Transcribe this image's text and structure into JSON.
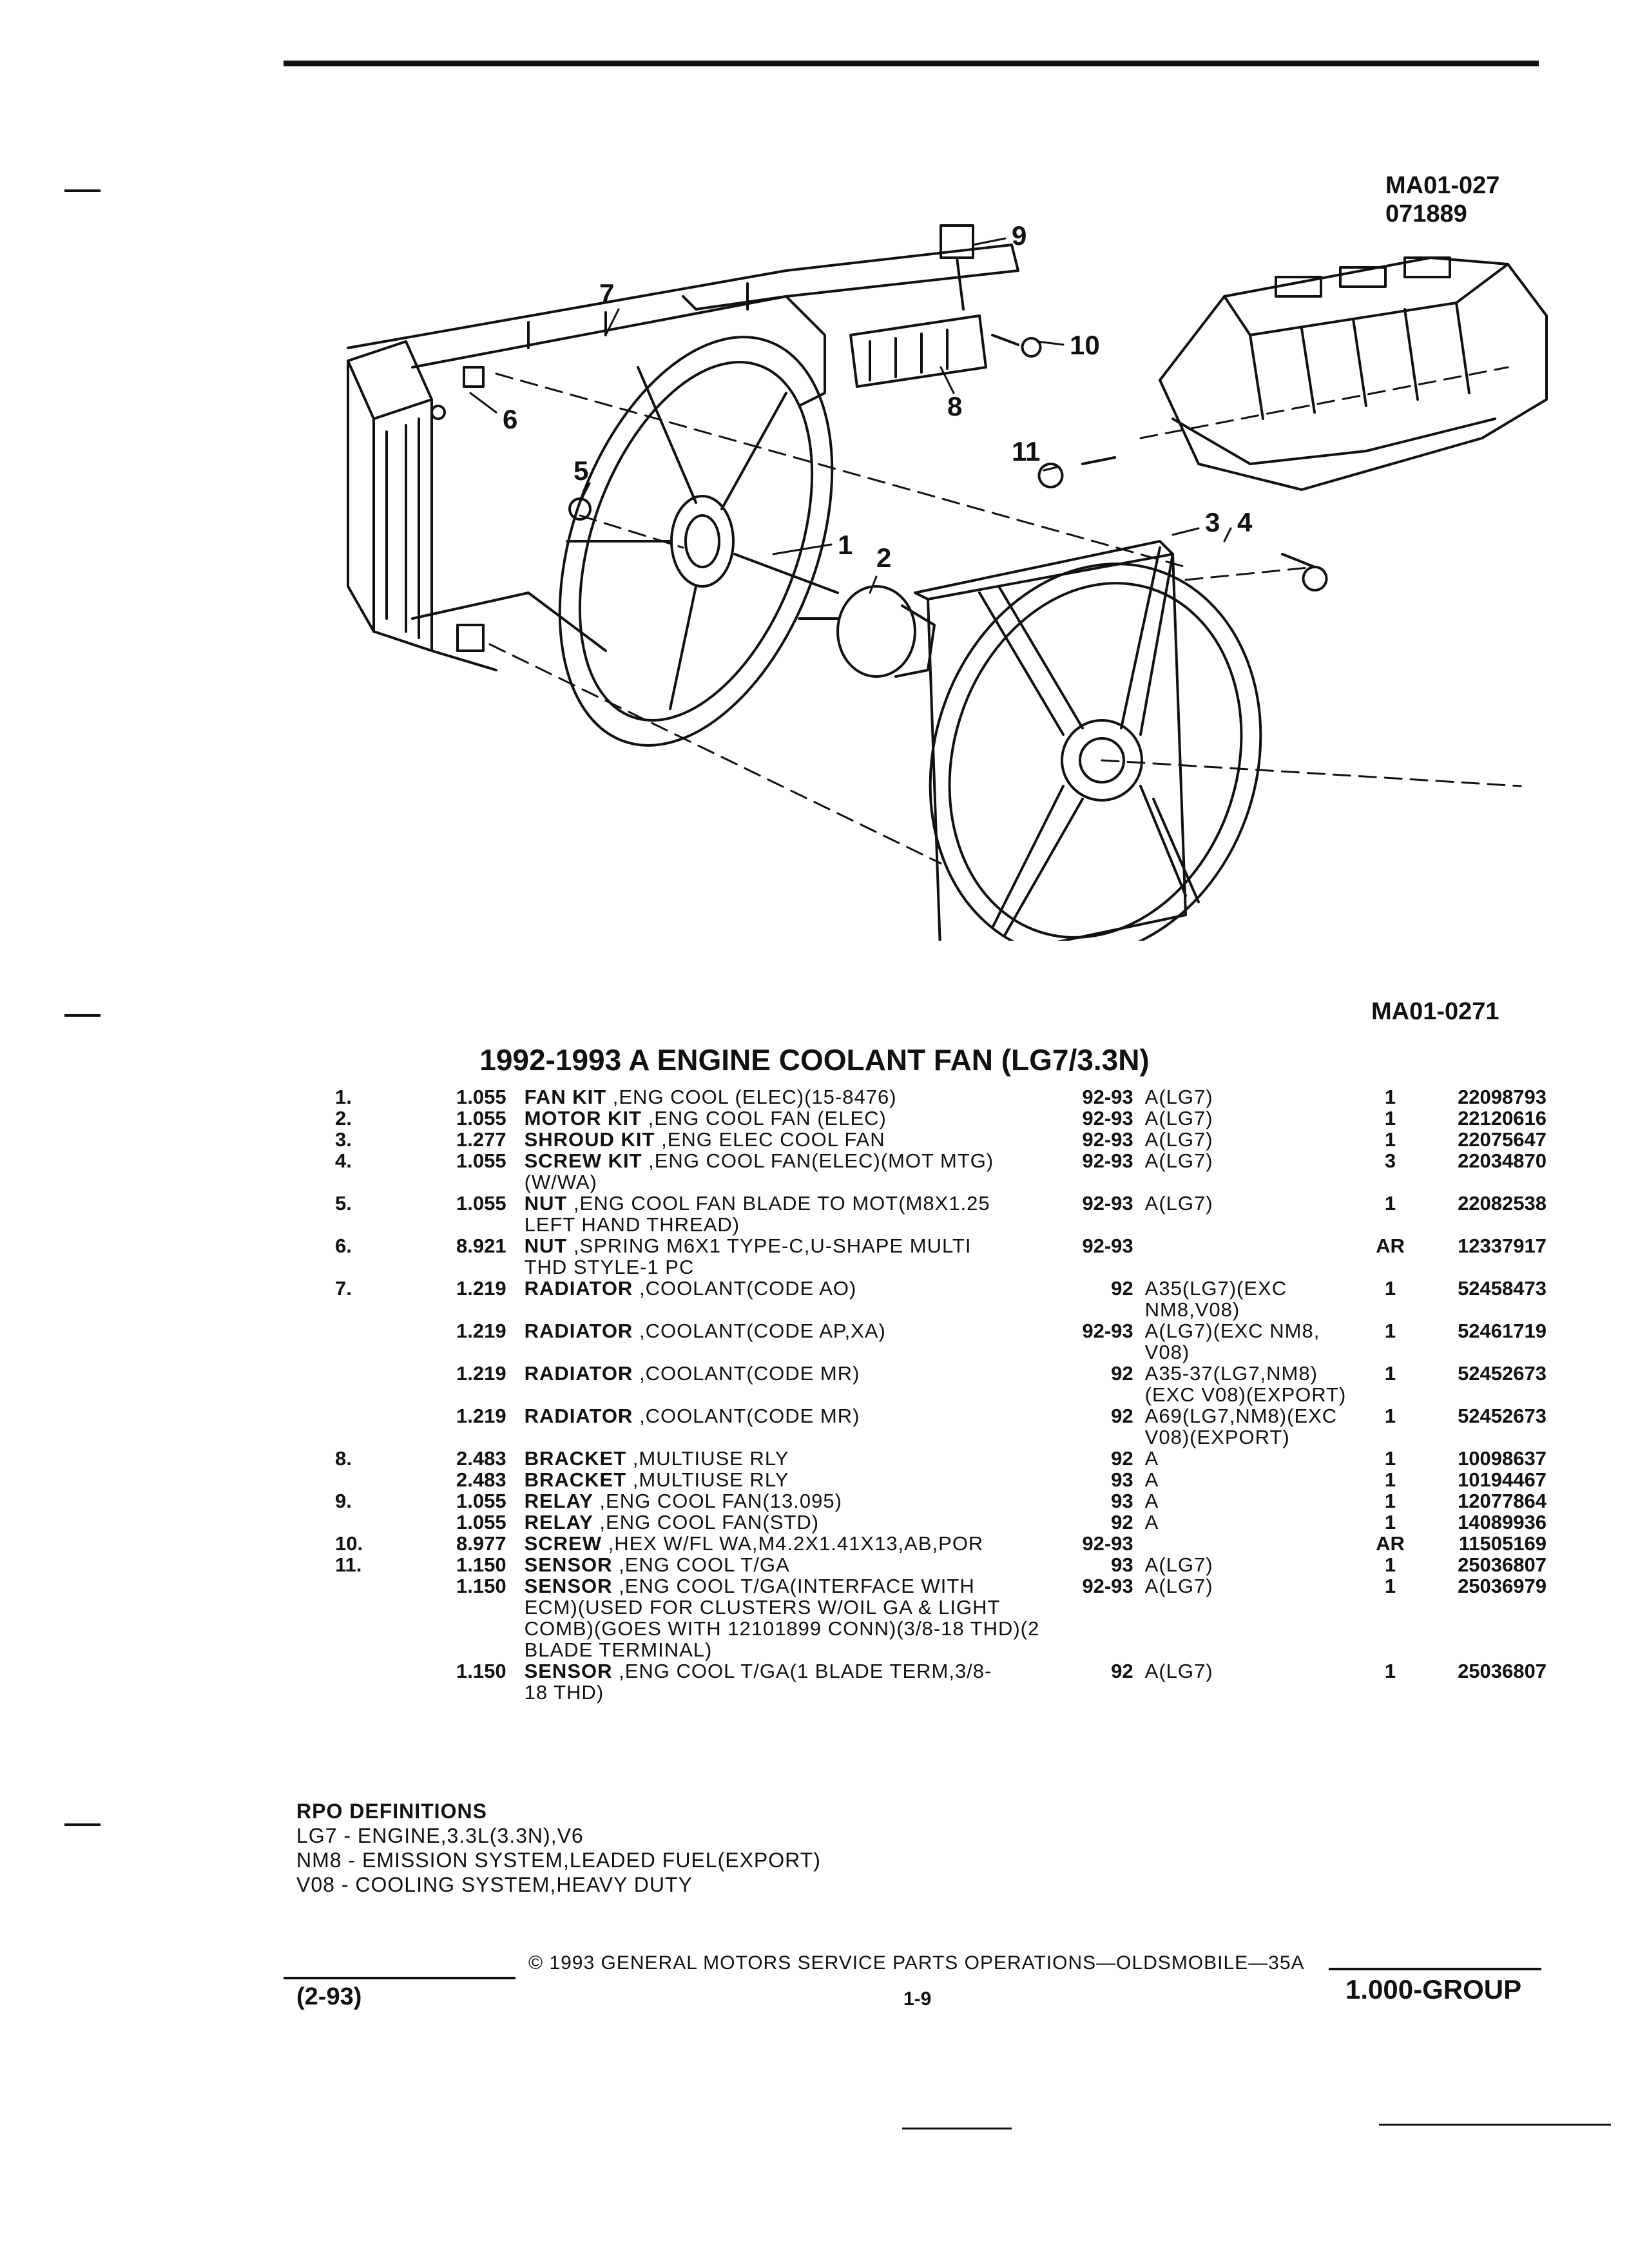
{
  "header": {
    "ref_code": "MA01-027",
    "ref_date": "071889",
    "figure_code": "MA01-0271"
  },
  "diagram": {
    "callouts": [
      "1",
      "2",
      "3",
      "4",
      "5",
      "6",
      "7",
      "8",
      "9",
      "10",
      "11"
    ]
  },
  "title": "1992-1993 A ENGINE COOLANT FAN (LG7/3.3N)",
  "parts": [
    {
      "idx": "1.",
      "grp": "1.055",
      "name": "FAN KIT",
      "desc": ",ENG COOL (ELEC)(15-8476)",
      "desc2": "",
      "yr": "92-93",
      "model": "A(LG7)",
      "model2": "",
      "qty": "1",
      "pn": "22098793"
    },
    {
      "idx": "2.",
      "grp": "1.055",
      "name": "MOTOR KIT",
      "desc": ",ENG COOL FAN (ELEC)",
      "desc2": "",
      "yr": "92-93",
      "model": "A(LG7)",
      "model2": "",
      "qty": "1",
      "pn": "22120616"
    },
    {
      "idx": "3.",
      "grp": "1.277",
      "name": "SHROUD KIT",
      "desc": ",ENG ELEC COOL FAN",
      "desc2": "",
      "yr": "92-93",
      "model": "A(LG7)",
      "model2": "",
      "qty": "1",
      "pn": "22075647"
    },
    {
      "idx": "4.",
      "grp": "1.055",
      "name": "SCREW KIT",
      "desc": ",ENG COOL FAN(ELEC)(MOT MTG)",
      "desc2": "(W/WA)",
      "yr": "92-93",
      "model": "A(LG7)",
      "model2": "",
      "qty": "3",
      "pn": "22034870"
    },
    {
      "idx": "5.",
      "grp": "1.055",
      "name": "NUT",
      "desc": ",ENG COOL FAN BLADE TO MOT(M8X1.25",
      "desc2": "LEFT HAND THREAD)",
      "yr": "92-93",
      "model": "A(LG7)",
      "model2": "",
      "qty": "1",
      "pn": "22082538"
    },
    {
      "idx": "6.",
      "grp": "8.921",
      "name": "NUT",
      "desc": ",SPRING M6X1 TYPE-C,U-SHAPE MULTI",
      "desc2": "THD STYLE-1 PC",
      "yr": "92-93",
      "model": "",
      "model2": "",
      "qty": "AR",
      "pn": "12337917"
    },
    {
      "idx": "7.",
      "grp": "1.219",
      "name": "RADIATOR",
      "desc": ",COOLANT(CODE AO)",
      "desc2": "",
      "yr": "92",
      "model": "A35(LG7)(EXC",
      "model2": "NM8,V08)",
      "qty": "1",
      "pn": "52458473"
    },
    {
      "idx": "",
      "grp": "1.219",
      "name": "RADIATOR",
      "desc": ",COOLANT(CODE AP,XA)",
      "desc2": "",
      "yr": "92-93",
      "model": "A(LG7)(EXC NM8,",
      "model2": "V08)",
      "qty": "1",
      "pn": "52461719"
    },
    {
      "idx": "",
      "grp": "1.219",
      "name": "RADIATOR",
      "desc": ",COOLANT(CODE MR)",
      "desc2": "",
      "yr": "92",
      "model": "A35-37(LG7,NM8)",
      "model2": "(EXC V08)(EXPORT)",
      "qty": "1",
      "pn": "52452673"
    },
    {
      "idx": "",
      "grp": "1.219",
      "name": "RADIATOR",
      "desc": ",COOLANT(CODE MR)",
      "desc2": "",
      "yr": "92",
      "model": "A69(LG7,NM8)(EXC",
      "model2": "V08)(EXPORT)",
      "qty": "1",
      "pn": "52452673"
    },
    {
      "idx": "8.",
      "grp": "2.483",
      "name": "BRACKET",
      "desc": ",MULTIUSE RLY",
      "desc2": "",
      "yr": "92",
      "model": "A",
      "model2": "",
      "qty": "1",
      "pn": "10098637"
    },
    {
      "idx": "",
      "grp": "2.483",
      "name": "BRACKET",
      "desc": ",MULTIUSE RLY",
      "desc2": "",
      "yr": "93",
      "model": "A",
      "model2": "",
      "qty": "1",
      "pn": "10194467"
    },
    {
      "idx": "9.",
      "grp": "1.055",
      "name": "RELAY",
      "desc": ",ENG COOL FAN(13.095)",
      "desc2": "",
      "yr": "93",
      "model": "A",
      "model2": "",
      "qty": "1",
      "pn": "12077864"
    },
    {
      "idx": "",
      "grp": "1.055",
      "name": "RELAY",
      "desc": ",ENG COOL FAN(STD)",
      "desc2": "",
      "yr": "92",
      "model": "A",
      "model2": "",
      "qty": "1",
      "pn": "14089936"
    },
    {
      "idx": "10.",
      "grp": "8.977",
      "name": "SCREW",
      "desc": ",HEX W/FL WA,M4.2X1.41X13,AB,POR",
      "desc2": "",
      "yr": "92-93",
      "model": "",
      "model2": "",
      "qty": "AR",
      "pn": "11505169"
    },
    {
      "idx": "11.",
      "grp": "1.150",
      "name": "SENSOR",
      "desc": ",ENG COOL T/GA",
      "desc2": "",
      "yr": "93",
      "model": "A(LG7)",
      "model2": "",
      "qty": "1",
      "pn": "25036807"
    },
    {
      "idx": "",
      "grp": "1.150",
      "name": "SENSOR",
      "desc": ",ENG COOL T/GA(INTERFACE WITH",
      "desc2": "ECM)(USED FOR CLUSTERS W/OIL GA & LIGHT COMB)(GOES WITH 12101899 CONN)(3/8-18 THD)(2 BLADE TERMINAL)",
      "yr": "92-93",
      "model": "A(LG7)",
      "model2": "",
      "qty": "1",
      "pn": "25036979"
    },
    {
      "idx": "",
      "grp": "1.150",
      "name": "SENSOR",
      "desc": ",ENG COOL T/GA(1 BLADE TERM,3/8-",
      "desc2": "18 THD)",
      "yr": "92",
      "model": "A(LG7)",
      "model2": "",
      "qty": "1",
      "pn": "25036807"
    }
  ],
  "rpo": {
    "heading": "RPO DEFINITIONS",
    "lines": [
      "LG7 - ENGINE,3.3L(3.3N),V6",
      "NM8 - EMISSION SYSTEM,LEADED FUEL(EXPORT)",
      "V08 - COOLING SYSTEM,HEAVY DUTY"
    ]
  },
  "footer": {
    "copyright": "© 1993 GENERAL MOTORS SERVICE PARTS OPERATIONS—OLDSMOBILE—35A",
    "left": "(2-93)",
    "page": "1-9",
    "right": "1.000-GROUP"
  }
}
